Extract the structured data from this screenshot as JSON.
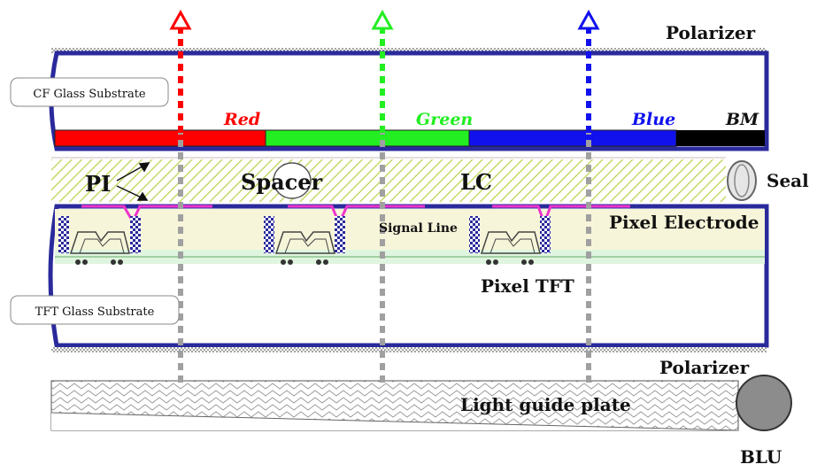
{
  "labels": {
    "polarizer_top": "Polarizer",
    "cf_glass": "CF Glass Substrate",
    "red": "Red",
    "green": "Green",
    "blue": "Blue",
    "bm": "BM",
    "pi": "PI",
    "spacer": "Spacer",
    "lc": "LC",
    "seal": "Seal",
    "signal_line": "Signal Line",
    "pixel_electrode": "Pixel Electrode",
    "pixel_tft": "Pixel TFT",
    "tft_glass": "TFT Glass Substrate",
    "polarizer_bottom": "Polarizer",
    "light_guide": "Light guide plate",
    "blu": "BLU"
  },
  "colors": {
    "red": "#ff0000",
    "green": "#22ee22",
    "blue": "#1111ee",
    "black_matrix": "#000000",
    "frame": "#2a2a9c",
    "electrode": "#ee33cc",
    "lc_hatch": "#c8d86a",
    "tft_layer": "#f7f5d9",
    "tft_green": "#dff5df",
    "gray_ray": "#a0a0a0"
  }
}
